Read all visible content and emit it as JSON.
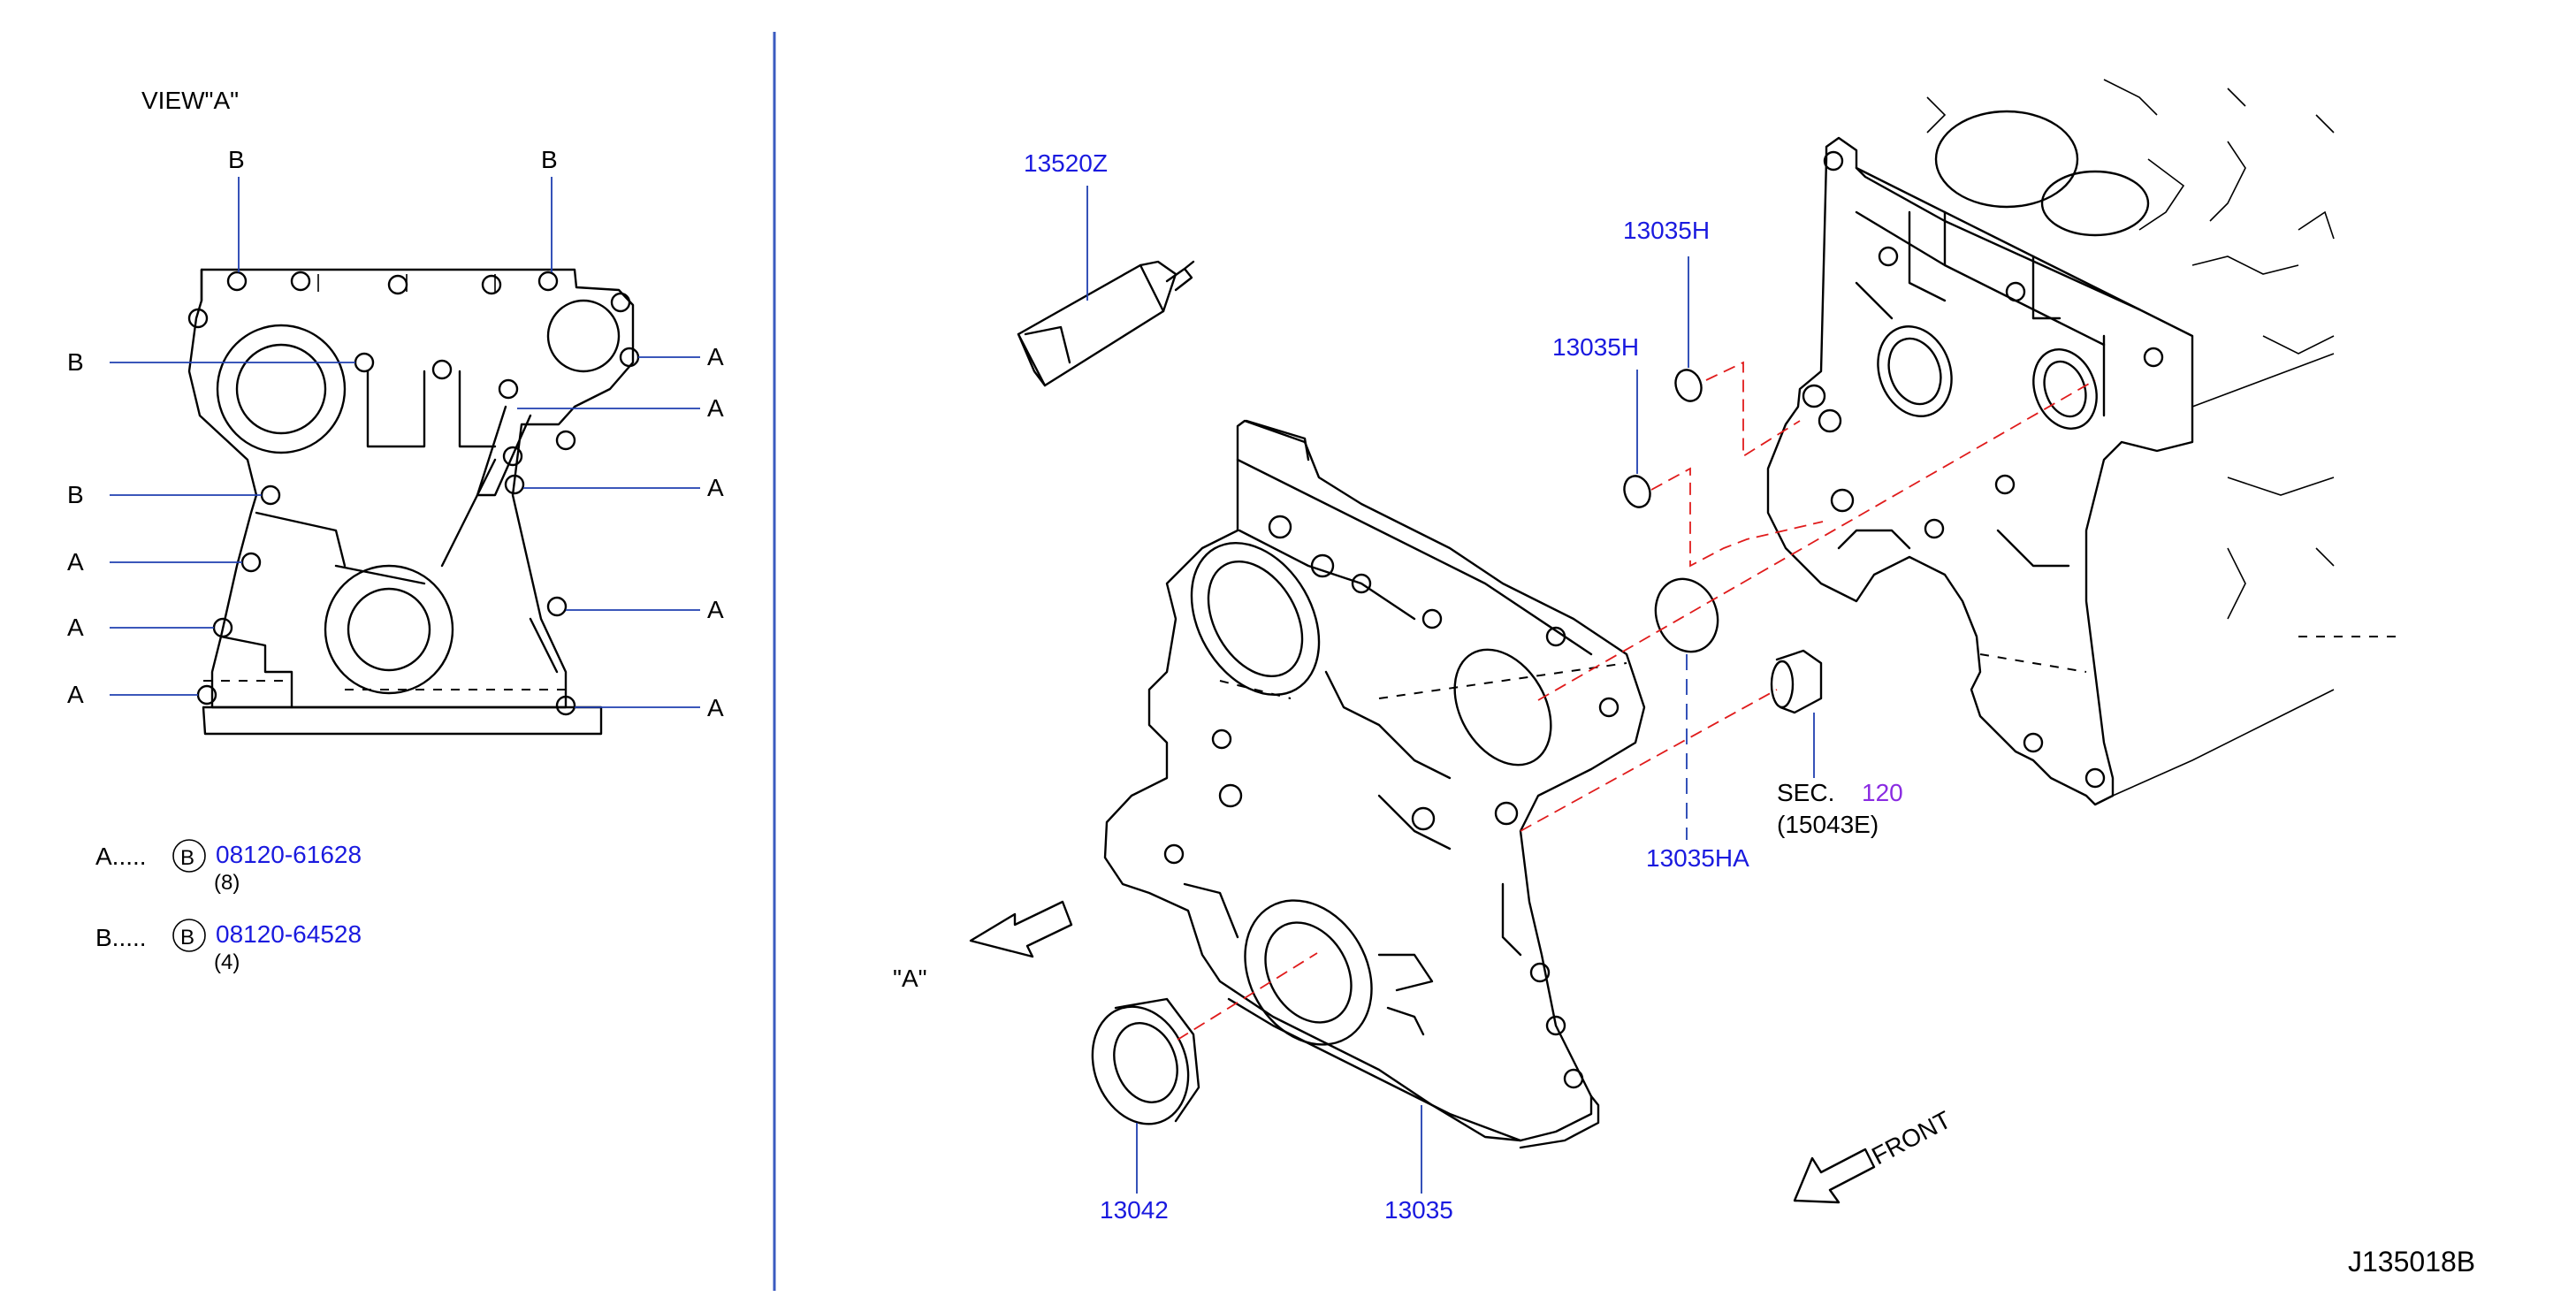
{
  "diagram": {
    "view_title": "VIEW\"A\"",
    "view_marker": "\"A\"",
    "front_label": "FRONT",
    "drawing_id": "J135018B",
    "callout_letters": {
      "a": "A",
      "b": "B"
    },
    "legend": [
      {
        "prefix": "A.....",
        "bolt_symbol": "B",
        "part_number": "08120-61628",
        "qty": "(8)"
      },
      {
        "prefix": "B.....",
        "bolt_symbol": "B",
        "part_number": "08120-64528",
        "qty": "(4)"
      }
    ],
    "parts": {
      "sealant": "13520Z",
      "o_ring_upper": "13035H",
      "o_ring_lower": "13035H",
      "o_ring_large": "13035HA",
      "sec_prefix": "SEC.",
      "sec_number": "120",
      "sec_sub": "(15043E)",
      "oil_seal": "13042",
      "front_cover": "13035"
    },
    "colors": {
      "part_number": "#1a1adf",
      "section_ref": "#8a2be2",
      "leader": "#1f3fb0",
      "hidden_line": "#e01b1b"
    }
  }
}
